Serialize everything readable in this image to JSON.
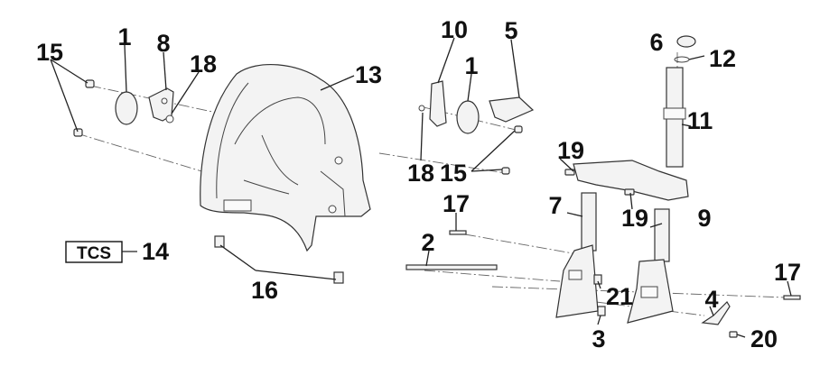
{
  "callouts": {
    "c1a": "1",
    "c8": "8",
    "c18a": "18",
    "c15a": "15",
    "c13": "13",
    "c10": "10",
    "c1b": "1",
    "c5": "5",
    "c6": "6",
    "c12": "12",
    "c11": "11",
    "c19a": "19",
    "c18b": "18",
    "c15b": "15",
    "c17a": "17",
    "c7": "7",
    "c19b": "19",
    "c9": "9",
    "c2": "2",
    "c14": "14",
    "c16": "16",
    "c21": "21",
    "c3": "3",
    "c4": "4",
    "c17b": "17",
    "c20": "20"
  },
  "decal": {
    "text": "TCS"
  },
  "colors": {
    "line": "#333333",
    "text": "#111111",
    "part_fill": "#f3f3f3"
  }
}
